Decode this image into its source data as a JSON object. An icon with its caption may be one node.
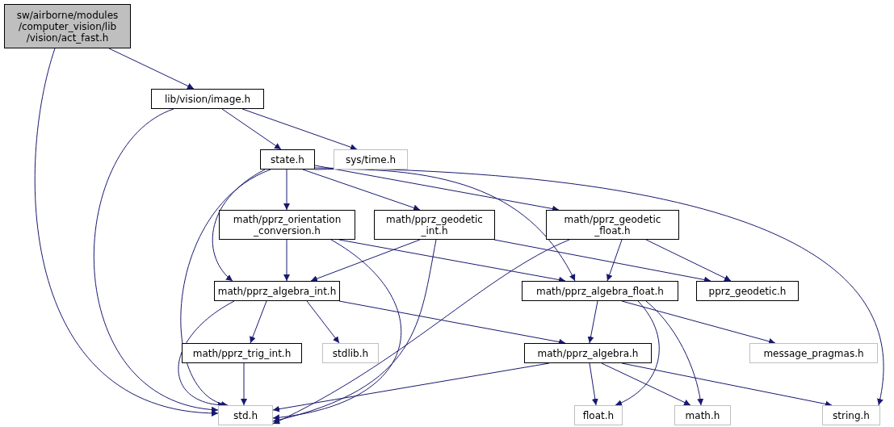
{
  "diagram": {
    "nodes": [
      {
        "text": [
          "sw/airborne/modules /computer_vision/lib /vision/act_fast.h"
        ]
      },
      {
        "text": [
          "lib/vision/image.h"
        ]
      },
      {
        "text": [
          "state.h"
        ]
      },
      {
        "text": [
          "sys/time.h"
        ]
      },
      {
        "text": [
          "math/pprz_orientation _conversion.h"
        ]
      },
      {
        "text": [
          "math/pprz_geodetic _int.h"
        ]
      },
      {
        "text": [
          "math/pprz_geodetic _float.h"
        ]
      },
      {
        "text": [
          "math/pprz_algebra_int.h"
        ]
      },
      {
        "text": [
          "math/pprz_algebra_float.h"
        ]
      },
      {
        "text": [
          "pprz_geodetic.h"
        ]
      },
      {
        "text": [
          "math/pprz_trig_int.h"
        ]
      },
      {
        "text": [
          "stdlib.h"
        ]
      },
      {
        "text": [
          "math/pprz_algebra.h"
        ]
      },
      {
        "text": [
          "message_pragmas.h"
        ]
      },
      {
        "text": [
          "std.h"
        ]
      },
      {
        "text": [
          "float.h"
        ]
      },
      {
        "text": [
          "math.h"
        ]
      },
      {
        "text": [
          "string.h"
        ]
      }
    ],
    "edges": [
      {
        "from": 0,
        "to": 1,
        "arrow": "to"
      },
      {
        "from": 0,
        "to": 14,
        "arrow": "to"
      },
      {
        "from": 1,
        "to": 14,
        "arrow": "to"
      },
      {
        "from": 1,
        "to": 2,
        "arrow": "to"
      },
      {
        "from": 1,
        "to": 3,
        "arrow": "to"
      },
      {
        "from": 2,
        "to": 14,
        "arrow": "to"
      },
      {
        "from": 2,
        "to": 7,
        "arrow": "to"
      },
      {
        "from": 2,
        "to": 4,
        "arrow": "to"
      },
      {
        "from": 2,
        "to": 5,
        "arrow": "to"
      },
      {
        "from": 2,
        "to": 6,
        "arrow": "to"
      },
      {
        "from": 2,
        "to": 8,
        "arrow": "to"
      },
      {
        "from": 2,
        "to": 17,
        "arrow": "to"
      },
      {
        "from": 4,
        "to": 7,
        "arrow": "to"
      },
      {
        "from": 4,
        "to": 8,
        "arrow": "to"
      },
      {
        "from": 4,
        "to": 14,
        "arrow": "to"
      },
      {
        "from": 5,
        "to": 7,
        "arrow": "to"
      },
      {
        "from": 5,
        "to": 9,
        "arrow": "to"
      },
      {
        "from": 5,
        "to": 14,
        "arrow": "to"
      },
      {
        "from": 6,
        "to": 8,
        "arrow": "to"
      },
      {
        "from": 6,
        "to": 9,
        "arrow": "to"
      },
      {
        "from": 6,
        "to": 14,
        "arrow": "to"
      },
      {
        "from": 7,
        "to": 10,
        "arrow": "to"
      },
      {
        "from": 7,
        "to": 11,
        "arrow": "to"
      },
      {
        "from": 7,
        "to": 12,
        "arrow": "to"
      },
      {
        "from": 7,
        "to": 14,
        "arrow": "to"
      },
      {
        "from": 8,
        "to": 12,
        "arrow": "to"
      },
      {
        "from": 8,
        "to": 13,
        "arrow": "to"
      },
      {
        "from": 8,
        "to": 15,
        "arrow": "to"
      },
      {
        "from": 8,
        "to": 16,
        "arrow": "to"
      },
      {
        "from": 10,
        "to": 14,
        "arrow": "to"
      },
      {
        "from": 12,
        "to": 14,
        "arrow": "to"
      },
      {
        "from": 12,
        "to": 15,
        "arrow": "to"
      },
      {
        "from": 12,
        "to": 16,
        "arrow": "to"
      },
      {
        "from": 12,
        "to": 17,
        "arrow": "to"
      }
    ]
  }
}
